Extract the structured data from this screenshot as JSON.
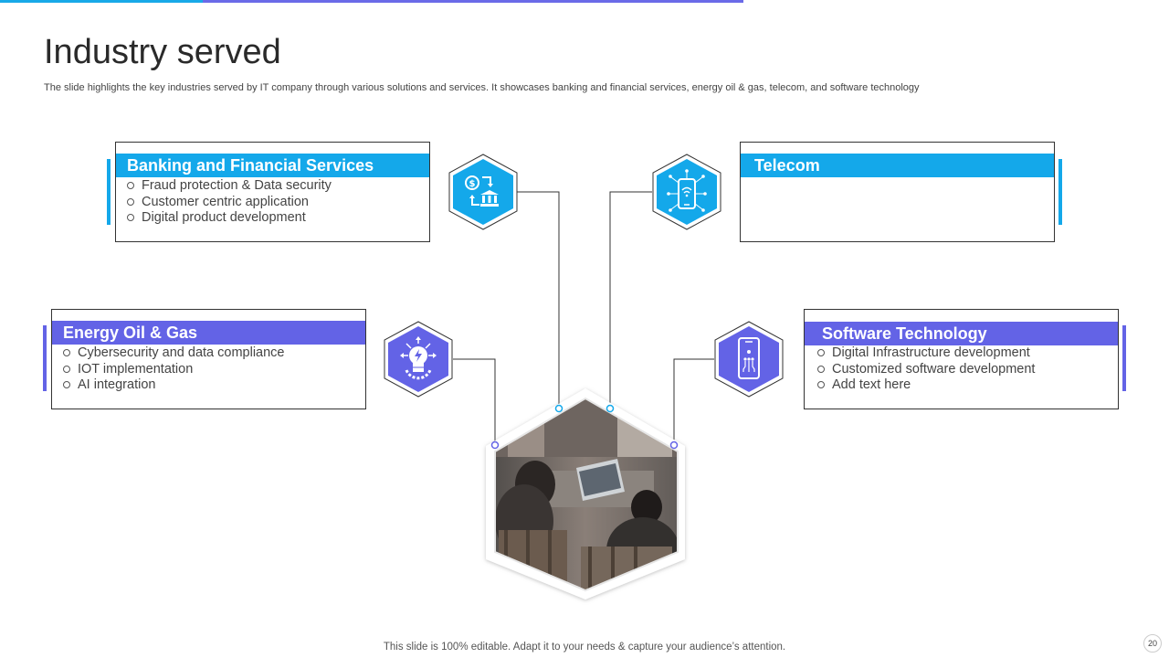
{
  "page": {
    "title": "Industry served",
    "subtitle": "The slide highlights the key industries served by IT company through various solutions and services. It showcases banking and financial services, energy oil & gas, telecom, and software technology",
    "footer": "This slide is 100% editable. Adapt it to your needs & capture your audience’s attention.",
    "page_number": "20"
  },
  "colors": {
    "blue": "#14a8ea",
    "purple": "#6363e6",
    "border": "#333333"
  },
  "cards": {
    "banking": {
      "title": "Banking and Financial Services",
      "items": [
        "Fraud protection & Data security",
        "Customer centric application",
        "Digital product development"
      ],
      "icon": "money-bank-exchange-icon"
    },
    "telecom": {
      "title": "Telecom",
      "items": [],
      "icon": "smartphone-wifi-icon"
    },
    "energy": {
      "title": "Energy Oil & Gas",
      "items": [
        "Cybersecurity and data compliance",
        "IOT implementation",
        "AI integration"
      ],
      "icon": "lightbulb-gear-icon"
    },
    "software": {
      "title": "Software Technology",
      "items": [
        "Digital Infrastructure development",
        "Customized software development",
        "Add text here"
      ],
      "icon": "mobile-circuit-icon"
    },
    "center_image": "team-working-photo"
  }
}
